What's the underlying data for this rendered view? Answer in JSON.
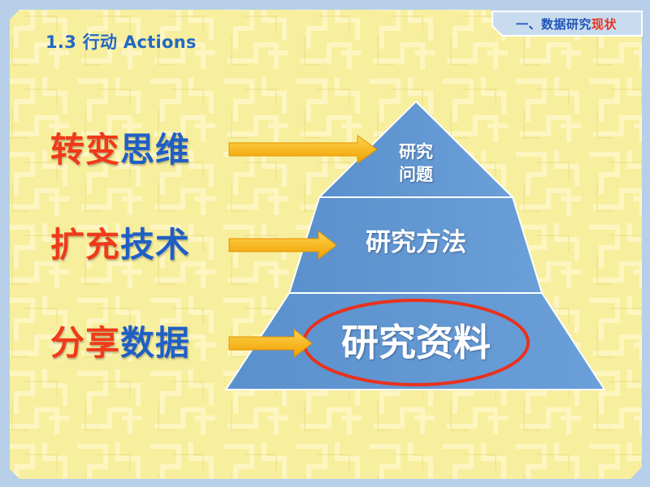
{
  "header": {
    "tag_prefix": "一、数据研究",
    "tag_highlight": "现状"
  },
  "slide": {
    "section_title": "1.3 行动 Actions"
  },
  "phrases": [
    {
      "part1": "转变",
      "part2": "思维"
    },
    {
      "part1": "扩充",
      "part2": "技术"
    },
    {
      "part1": "分享",
      "part2": "数据"
    }
  ],
  "pyramid": {
    "top_label_line1": "研究",
    "top_label_line2": "问题",
    "middle_label": "研究方法",
    "bottom_label": "研究资料"
  },
  "colors": {
    "background_yellow": "#f8ef9e",
    "frame_blue": "#b7cfe8",
    "pyramid_blue": "#5b93cf",
    "arrow_orange": "#f5a800",
    "highlight_red": "#e8321e",
    "title_blue": "#2368c4"
  }
}
